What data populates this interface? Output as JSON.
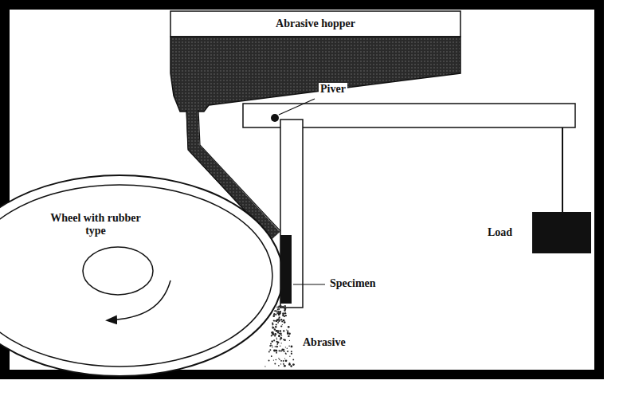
{
  "diagram": {
    "nodes": [
      {
        "text": [
          "Abrasive hopper"
        ]
      },
      {
        "text": [
          "Wheel with rubber type"
        ]
      }
    ],
    "labels": [
      "Piver",
      "Load",
      "Specimen",
      "Abrasive"
    ]
  }
}
